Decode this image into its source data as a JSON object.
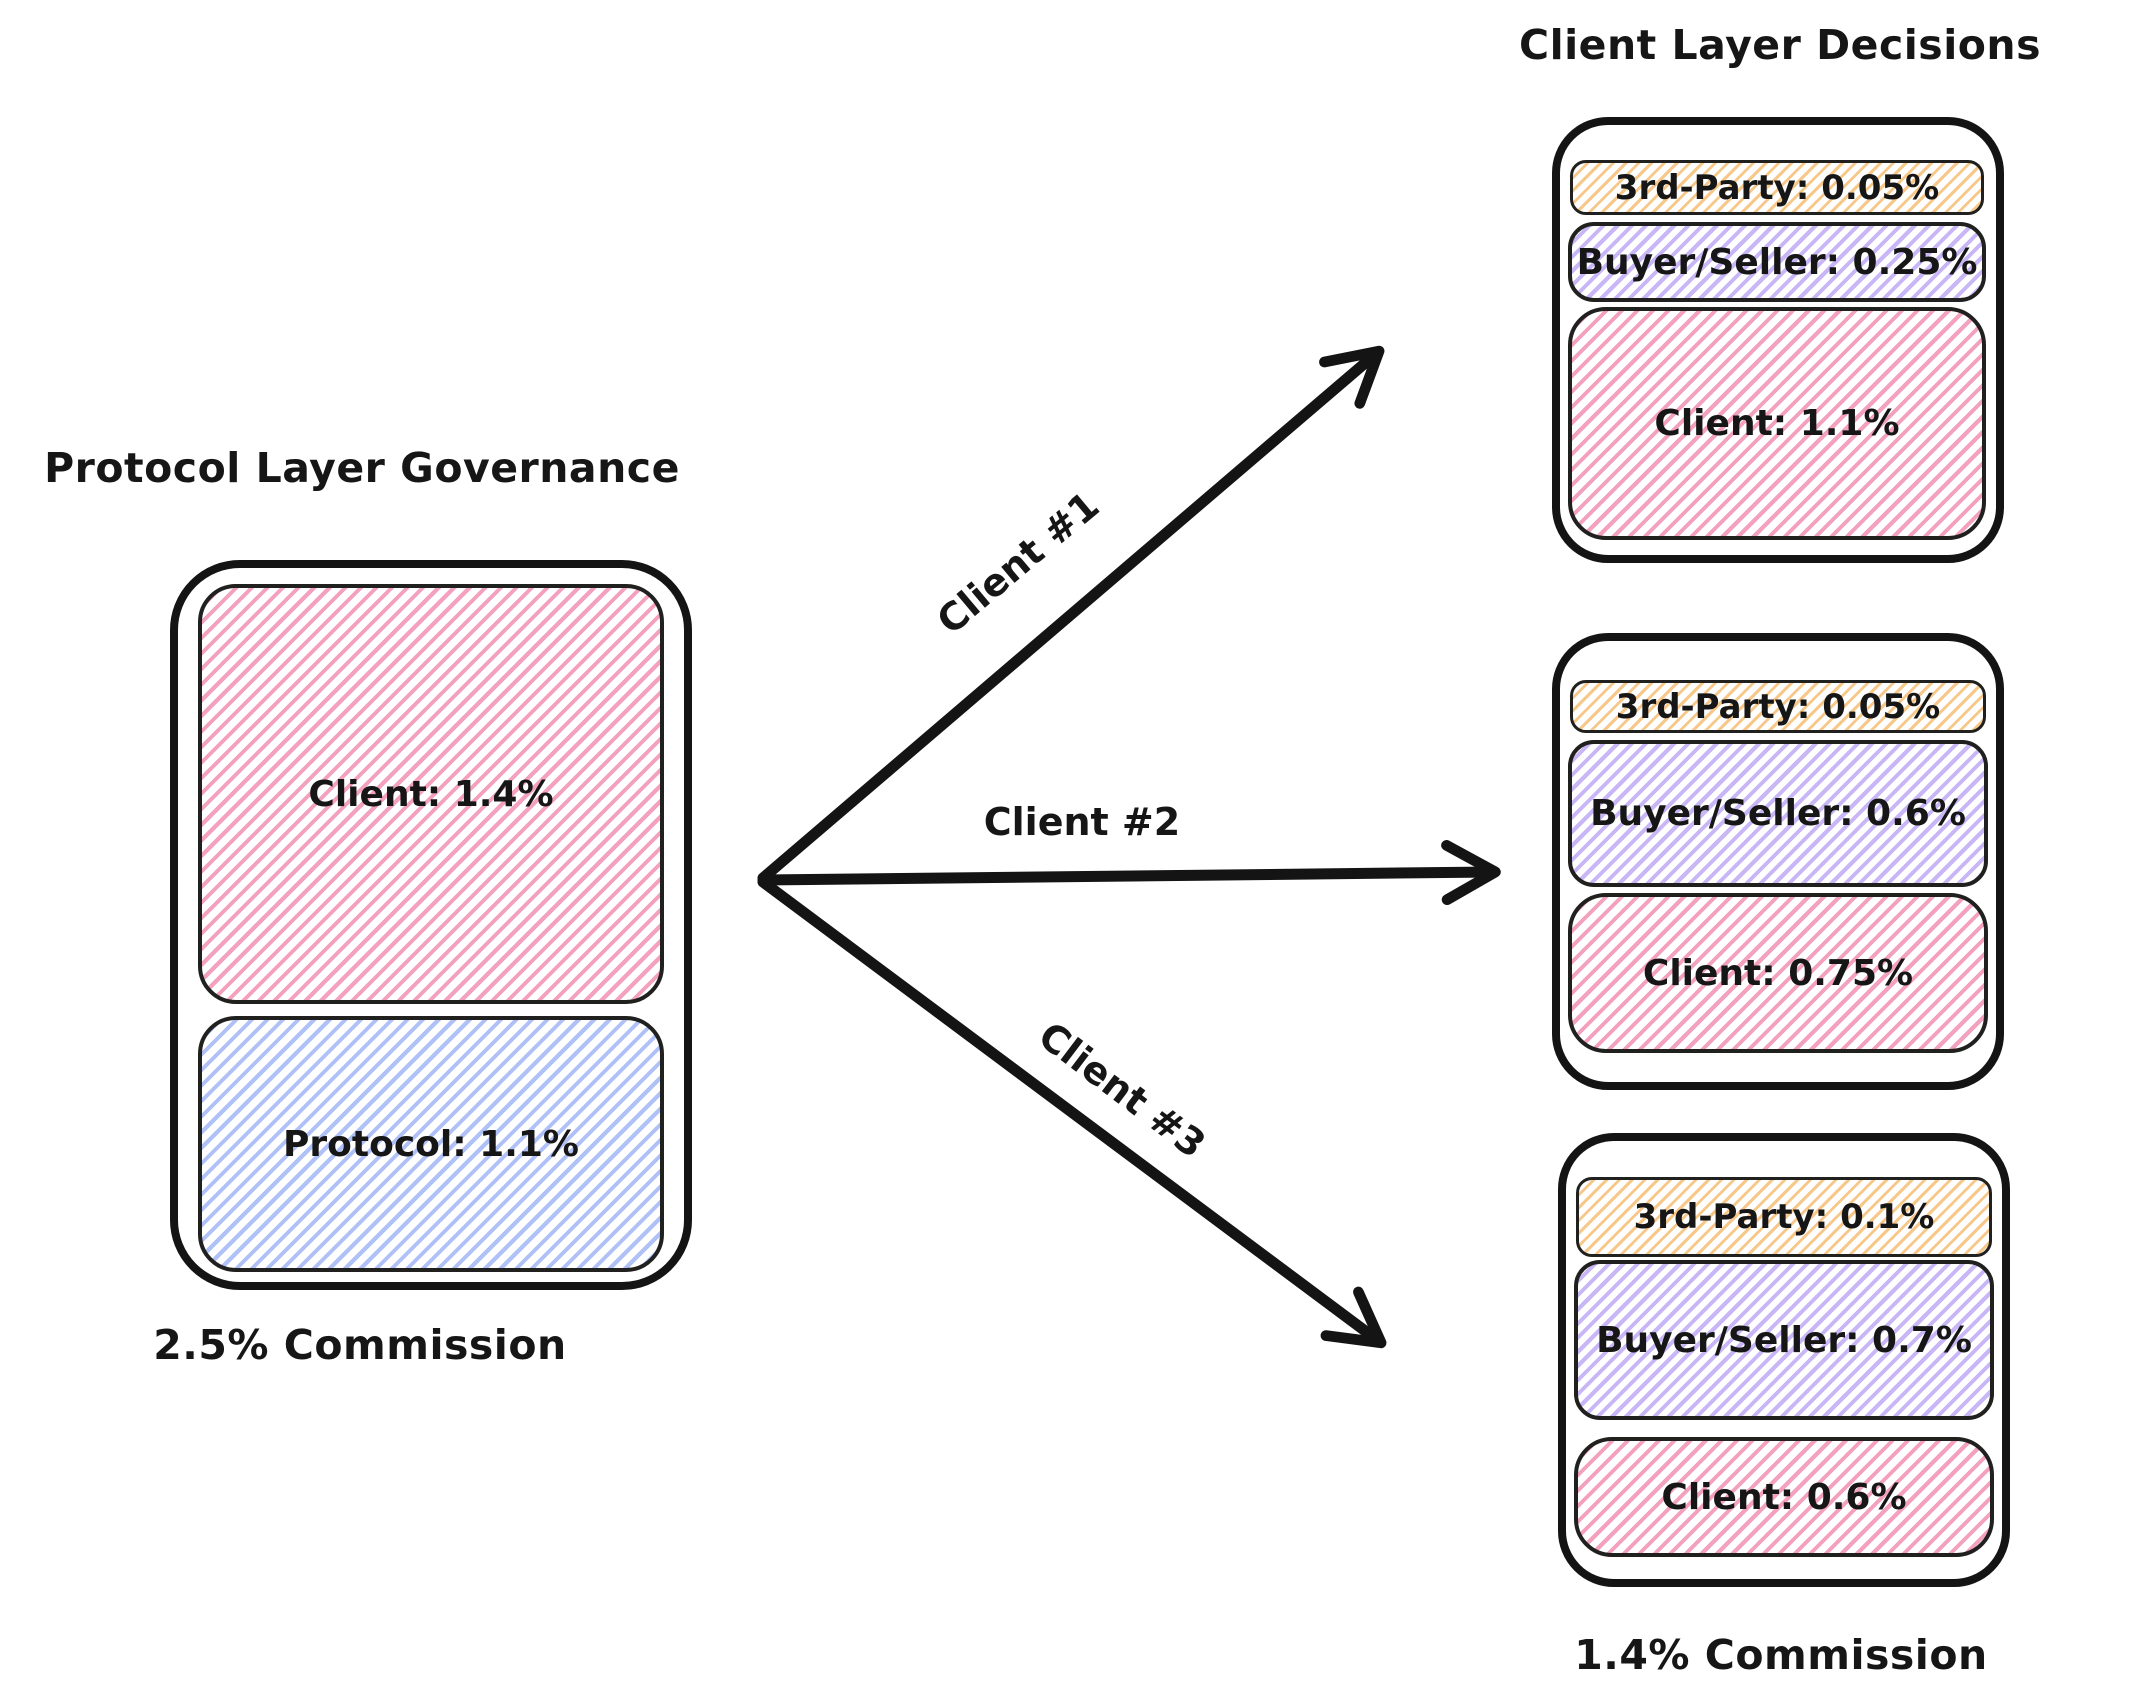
{
  "diagram": {
    "left": {
      "title": "Protocol Layer Governance",
      "caption": "2.5% Commission",
      "segments": [
        {
          "label": "Client: 1.4%",
          "color_key": "pink"
        },
        {
          "label": "Protocol: 1.1%",
          "color_key": "blue"
        }
      ]
    },
    "right": {
      "title": "Client Layer Decisions",
      "caption": "1.4% Commission",
      "clients": [
        {
          "arrow_label": "Client #1",
          "segments": [
            {
              "label": "3rd-Party: 0.05%",
              "color_key": "orange"
            },
            {
              "label": "Buyer/Seller: 0.25%",
              "color_key": "purple"
            },
            {
              "label": "Client: 1.1%",
              "color_key": "pink"
            }
          ]
        },
        {
          "arrow_label": "Client #2",
          "segments": [
            {
              "label": "3rd-Party: 0.05%",
              "color_key": "orange"
            },
            {
              "label": "Buyer/Seller: 0.6%",
              "color_key": "purple"
            },
            {
              "label": "Client: 0.75%",
              "color_key": "pink"
            }
          ]
        },
        {
          "arrow_label": "Client #3",
          "segments": [
            {
              "label": "3rd-Party: 0.1%",
              "color_key": "orange"
            },
            {
              "label": "Buyer/Seller: 0.7%",
              "color_key": "purple"
            },
            {
              "label": "Client: 0.6%",
              "color_key": "pink"
            }
          ]
        }
      ]
    },
    "colors": {
      "pink": "#ec6796",
      "blue": "#6f8ef2",
      "orange": "#f2a33c",
      "purple": "#9a7bf0",
      "ink": "#141414"
    }
  }
}
